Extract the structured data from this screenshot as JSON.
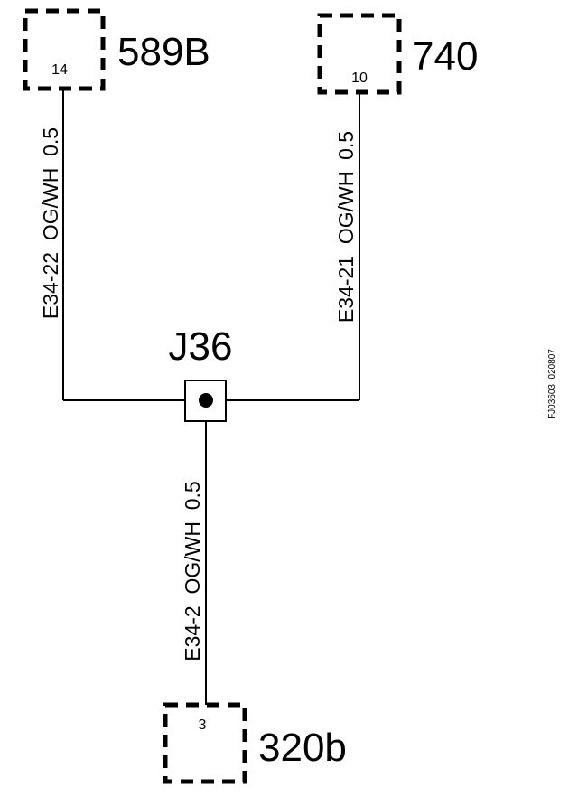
{
  "connectors": {
    "c589b": {
      "name": "589B",
      "pin": "14"
    },
    "c740": {
      "name": "740",
      "pin": "10"
    },
    "c320b": {
      "name": "320b",
      "pin": "3"
    }
  },
  "splice": {
    "name": "J36"
  },
  "wires": {
    "w1": {
      "label": "E34-22  OG/WH  0.5"
    },
    "w2": {
      "label": "E34-21  OG/WH  0.5"
    },
    "w3": {
      "label": "E34-2  OG/WH  0.5"
    }
  },
  "figure_ref": "FJ03603  020807"
}
